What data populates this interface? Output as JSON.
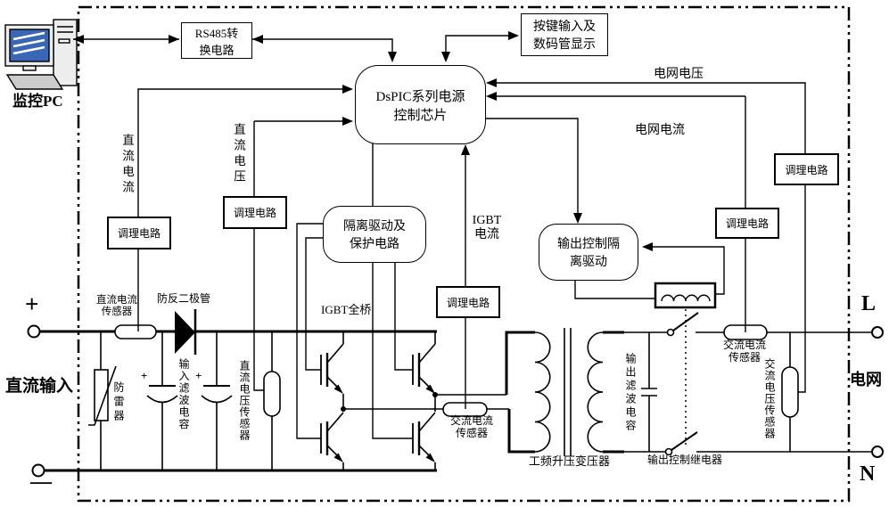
{
  "colors": {
    "line": "#000000",
    "screen_blue": "#3a67b5",
    "pc_body": "#ededed",
    "keyboard_grey": "#cccccc"
  },
  "pc": {
    "label": "监控PC"
  },
  "blocks": {
    "rs485": {
      "line1": "RS485转",
      "line2": "换电路"
    },
    "keypad": {
      "line1": "按键输入及",
      "line2": "数码管显示"
    },
    "dspic": {
      "line1": "DsPIC系列电源",
      "line2": "控制芯片"
    },
    "isolation_drive": {
      "line1": "隔离驱动及",
      "line2": "保护电路"
    },
    "output_drive": {
      "line1": "输出控制隔",
      "line2": "离驱动"
    },
    "conditioning_label": "调理电路"
  },
  "signals": {
    "dc_current": "直流电流",
    "dc_voltage": "直流电压",
    "igbt_current_line1": "IGBT",
    "igbt_current_line2": "电流",
    "grid_voltage": "电网电压",
    "grid_current": "电网电流"
  },
  "components": {
    "dc_current_sensor_line1": "直流电流",
    "dc_current_sensor_line2": "传感器",
    "anti_reverse_diode": "防反二极管",
    "surge_arrester": "防雷器",
    "input_filter_cap": "输入滤波电容",
    "dc_voltage_sensor": "直流电压传感器",
    "igbt_bridge": "IGBT全桥",
    "ac_current_sensor_mid_line1": "交流电流",
    "ac_current_sensor_mid_line2": "传感器",
    "transformer": "工频升压变压器",
    "output_filter_cap": "输出滤波电容",
    "output_relay": "输出控制继电器",
    "ac_current_sensor_out_line1": "交流电流",
    "ac_current_sensor_out_line2": "传感器",
    "ac_voltage_sensor": "交流电压传感器",
    "cap_polarity": "+"
  },
  "terminals": {
    "dc_input": "直流输入",
    "plus": "+",
    "minus": "—",
    "grid": "电网",
    "line": "L",
    "neutral": "N"
  }
}
